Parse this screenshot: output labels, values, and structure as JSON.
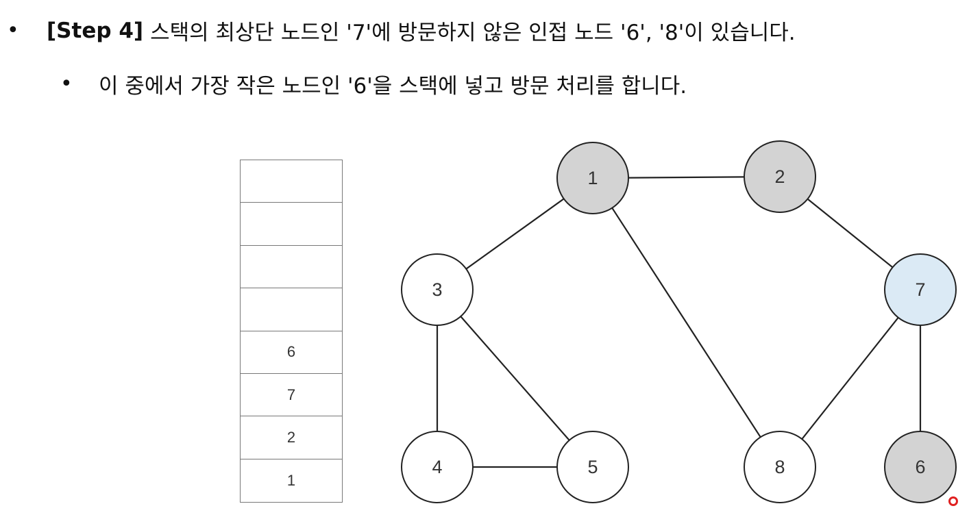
{
  "bullets": {
    "step": {
      "label": "[Step 4]",
      "text": "스택의 최상단 노드인 '7'에 방문하지 않은 인접 노드 '6', '8'이 있습니다."
    },
    "sub": {
      "text": "이 중에서 가장 작은 노드인 '6'을 스택에 넣고 방문 처리를 합니다."
    },
    "bullet_glyph": "•"
  },
  "stack": {
    "cells_top_to_bottom": [
      "",
      "",
      "",
      "",
      "6",
      "7",
      "2",
      "1"
    ]
  },
  "graph": {
    "colors": {
      "visited": "#d3d3d3",
      "current": "#dbeaf5",
      "unvisited": "#ffffff"
    },
    "nodes": [
      {
        "id": "1",
        "label": "1",
        "state": "visited"
      },
      {
        "id": "2",
        "label": "2",
        "state": "visited"
      },
      {
        "id": "3",
        "label": "3",
        "state": "unvisited"
      },
      {
        "id": "4",
        "label": "4",
        "state": "unvisited"
      },
      {
        "id": "5",
        "label": "5",
        "state": "unvisited"
      },
      {
        "id": "6",
        "label": "6",
        "state": "visited"
      },
      {
        "id": "7",
        "label": "7",
        "state": "current"
      },
      {
        "id": "8",
        "label": "8",
        "state": "unvisited"
      }
    ],
    "edges": [
      [
        "1",
        "2"
      ],
      [
        "1",
        "3"
      ],
      [
        "1",
        "8"
      ],
      [
        "2",
        "7"
      ],
      [
        "3",
        "4"
      ],
      [
        "3",
        "5"
      ],
      [
        "4",
        "5"
      ],
      [
        "7",
        "8"
      ],
      [
        "7",
        "6"
      ]
    ]
  }
}
